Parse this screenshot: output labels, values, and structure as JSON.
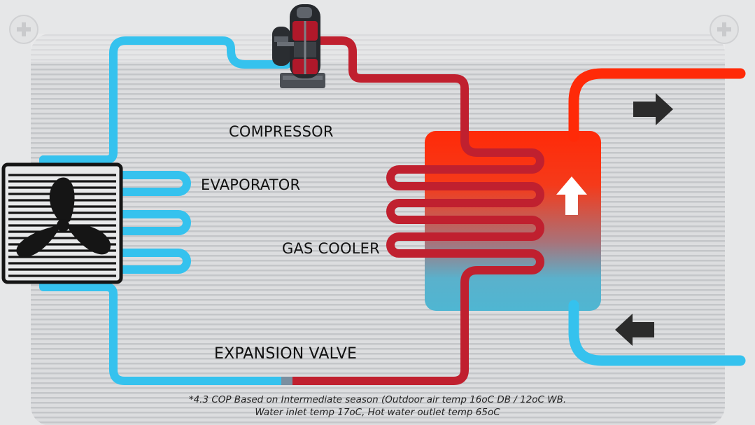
{
  "labels": {
    "compressor": "COMPRESSOR",
    "evaporator": "EVAPORATOR",
    "gas_cooler": "GAS COOLER",
    "expansion_valve": "EXPANSION VALVE"
  },
  "footnote": {
    "line1": "*4.3 COP Based on Intermediate season (Outdoor air temp 16oC DB / 12oC WB.",
    "line2": "Water inlet temp 17oC, Hot water outlet temp 65oC"
  },
  "icons": {
    "fan": "fan-icon",
    "compressor": "compressor-icon",
    "flow_out": "arrow-right-icon",
    "flow_in": "arrow-left-icon",
    "heat_rise": "arrow-up-icon"
  },
  "colors": {
    "cold_pipe": "#35c2ee",
    "hot_pipe": "#c0202f",
    "hot_water": "#ff2a08",
    "cool_water": "#52b7d2",
    "background": "#e6e7e8"
  }
}
